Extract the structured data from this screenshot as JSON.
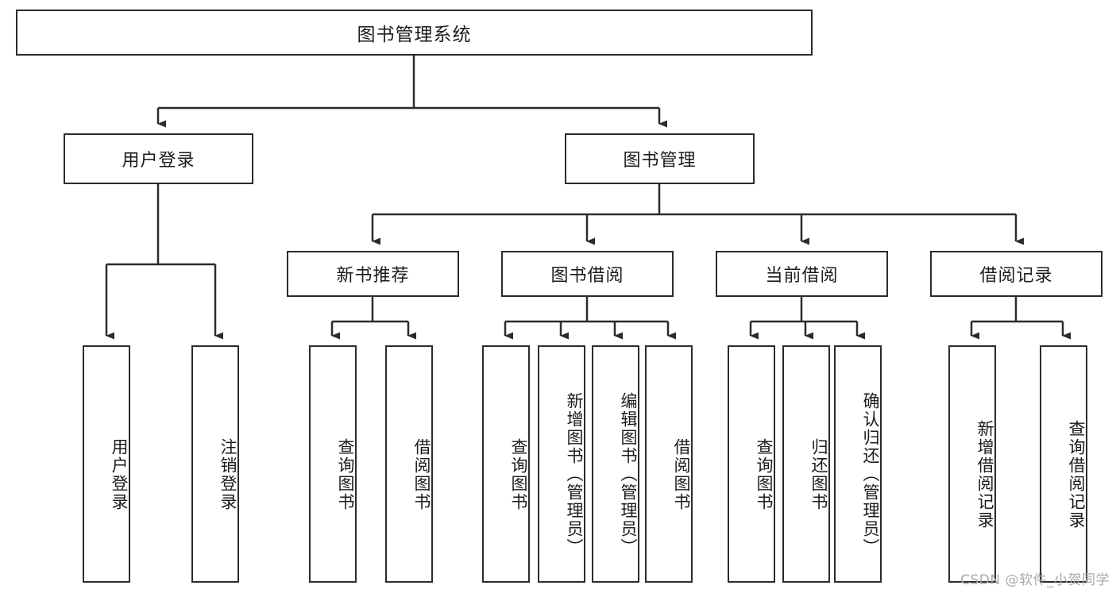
{
  "diagram": {
    "title": "图书管理系统",
    "type": "hierarchy-tree",
    "watermark": "CSDN @软件_小贺同学",
    "colors": {
      "box_border": "#2b2b2b",
      "box_fill": "#ffffff",
      "connector": "#2b2b2b",
      "text": "#1b1b1b",
      "watermark": "#a9a9a9"
    },
    "root": {
      "label": "图书管理系统"
    },
    "level2": [
      {
        "label": "用户登录"
      },
      {
        "label": "图书管理"
      }
    ],
    "level3": [
      {
        "label": "新书推荐"
      },
      {
        "label": "图书借阅"
      },
      {
        "label": "当前借阅"
      },
      {
        "label": "借阅记录"
      }
    ],
    "leaves": {
      "user_login": [
        {
          "label": "用户登录"
        },
        {
          "label": "注销登录"
        }
      ],
      "new_book_recommend": [
        {
          "label": "查询图书"
        },
        {
          "label": "借阅图书"
        }
      ],
      "book_borrow": [
        {
          "label": "查询图书"
        },
        {
          "label": "新增图书（管理员）"
        },
        {
          "label": "编辑图书（管理员）"
        },
        {
          "label": "借阅图书"
        }
      ],
      "current_borrow": [
        {
          "label": "查询图书"
        },
        {
          "label": "归还图书"
        },
        {
          "label": "确认归还（管理员）"
        }
      ],
      "borrow_records": [
        {
          "label": "新增借阅记录"
        },
        {
          "label": "查询借阅记录"
        }
      ]
    }
  }
}
